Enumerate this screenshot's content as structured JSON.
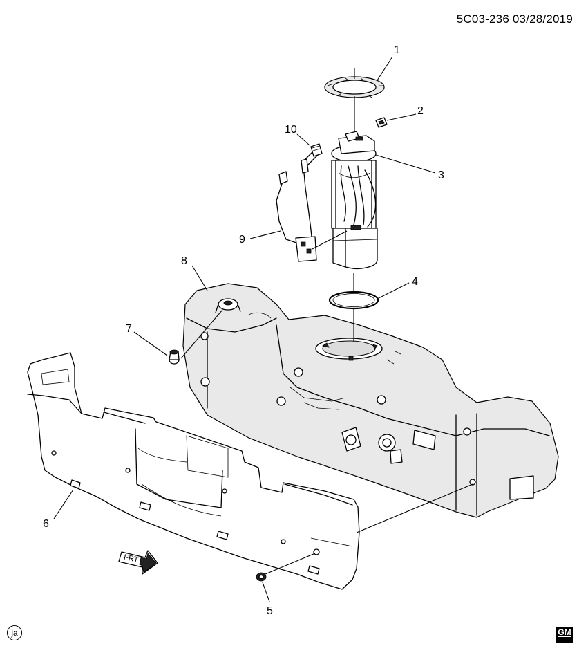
{
  "header": {
    "reference": "5C03-236  03/28/2019"
  },
  "callouts": [
    {
      "id": "c1",
      "label": "1"
    },
    {
      "id": "c2",
      "label": "2"
    },
    {
      "id": "c3",
      "label": "3"
    },
    {
      "id": "c4",
      "label": "4"
    },
    {
      "id": "c5",
      "label": "5"
    },
    {
      "id": "c6",
      "label": "6"
    },
    {
      "id": "c7",
      "label": "7"
    },
    {
      "id": "c8",
      "label": "8"
    },
    {
      "id": "c9",
      "label": "9"
    },
    {
      "id": "c10",
      "label": "10"
    }
  ],
  "front_arrow": {
    "label": "FRT"
  },
  "footer": {
    "badge": "ja",
    "logo_text": "GM"
  }
}
